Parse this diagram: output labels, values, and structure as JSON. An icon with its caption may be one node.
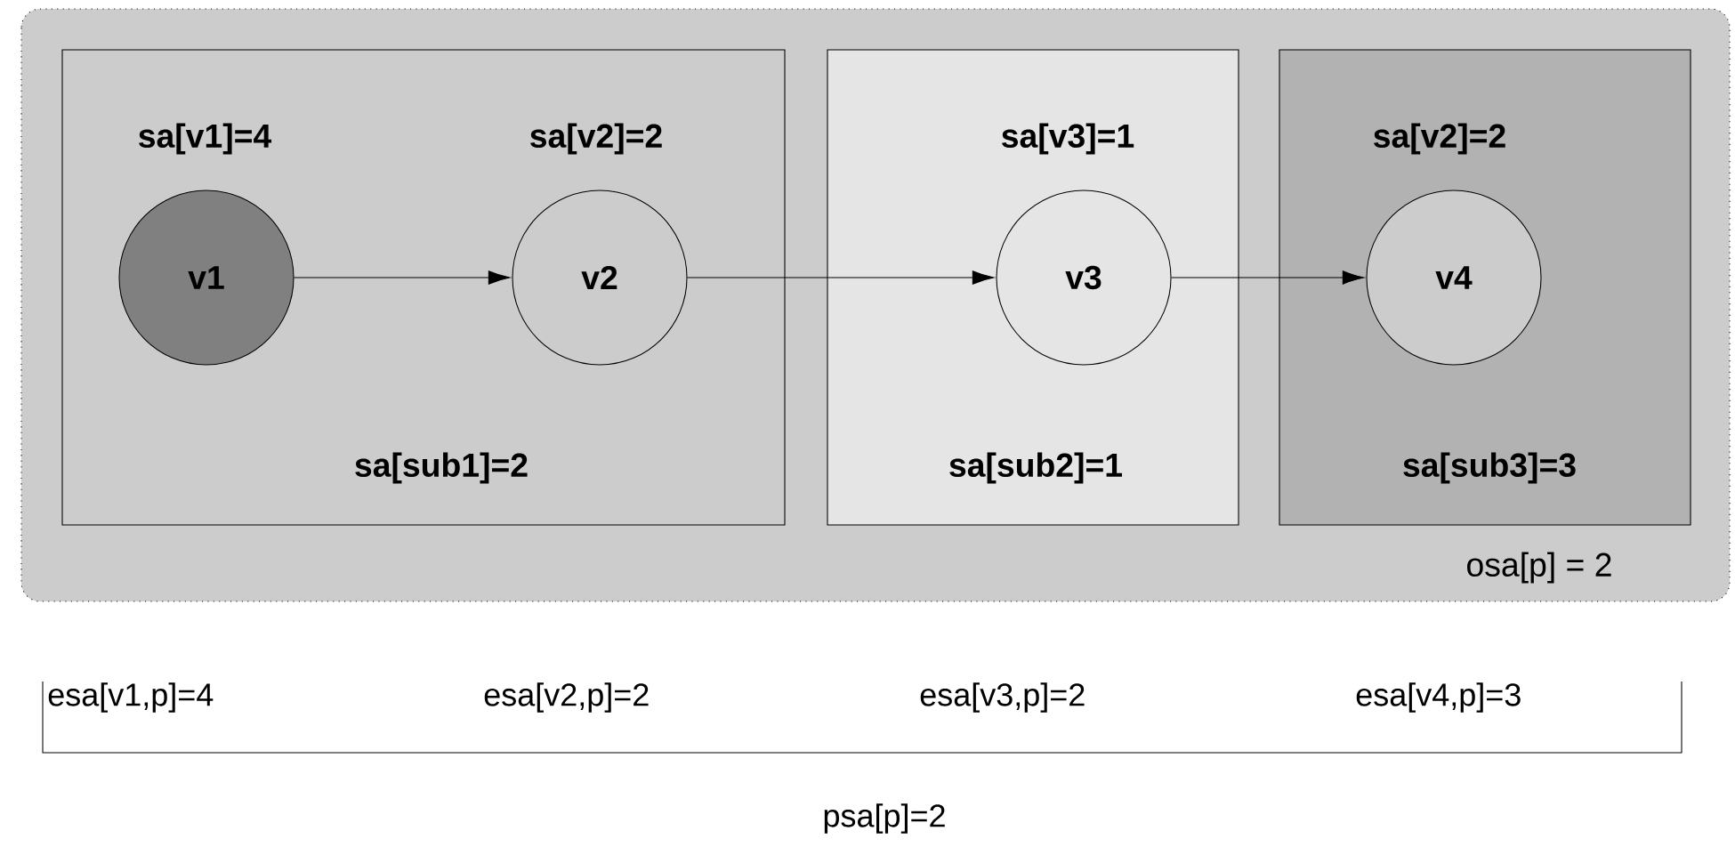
{
  "diagram": {
    "nodes": [
      {
        "text": [
          "osa[p] = 2"
        ]
      },
      {
        "text": [
          "sa[sub1]=2"
        ],
        "in": 0
      },
      {
        "text": [
          "sa[sub2]=1"
        ],
        "in": 0
      },
      {
        "text": [
          "sa[sub3]=3"
        ],
        "in": 0
      },
      {
        "text": [
          "v1"
        ],
        "beside": [
          "sa[v1]=4"
        ],
        "in": 1
      },
      {
        "text": [
          "v2"
        ],
        "beside": [
          "sa[v2]=2"
        ],
        "in": 1
      },
      {
        "text": [
          "v3"
        ],
        "beside": [
          "sa[v3]=1"
        ],
        "in": 2
      },
      {
        "text": [
          "v4"
        ],
        "beside": [
          "sa[v2]=2"
        ],
        "in": 3
      }
    ],
    "edges": [
      {
        "from": 4,
        "to": 5,
        "arrow": "to"
      },
      {
        "from": 5,
        "to": 6,
        "arrow": "to"
      },
      {
        "from": 6,
        "to": 7,
        "arrow": "to"
      }
    ],
    "labels": [
      "esa[v1,p]=4",
      "esa[v2,p]=2",
      "esa[v3,p]=2",
      "esa[v4,p]=3",
      "psa[p]=2"
    ]
  }
}
